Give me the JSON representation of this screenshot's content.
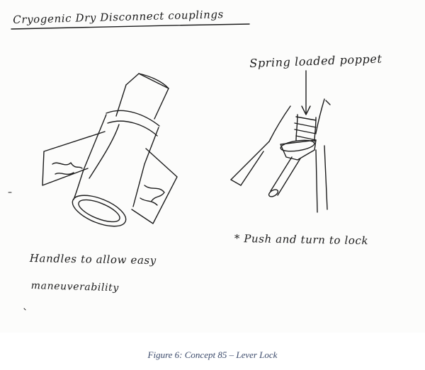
{
  "sketch": {
    "title": "Cryogenic Dry Disconnect couplings",
    "callout": "Spring loaded poppet",
    "note": "* Push and turn to lock",
    "handles_line1": "Handles to allow easy",
    "handles_line2": "maneuverability"
  },
  "caption": "Figure 6: Concept 85 – Lever Lock",
  "colors": {
    "ink": "#1c1c1c",
    "caption": "#3b4a6b",
    "paper": "#fcfcfb"
  }
}
